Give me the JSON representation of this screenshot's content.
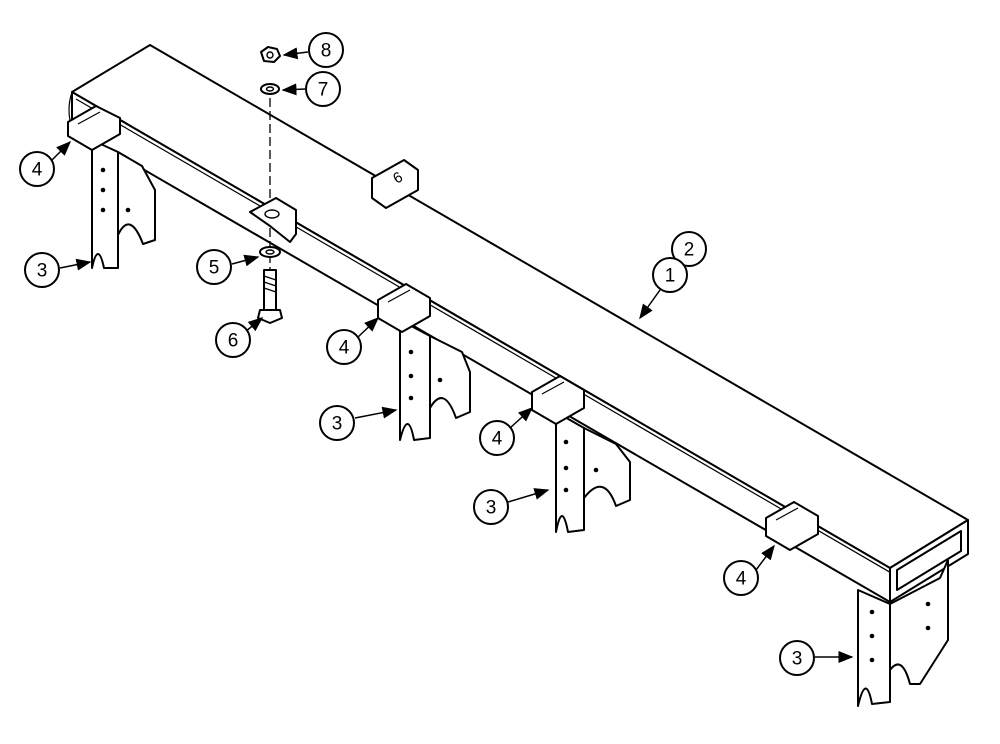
{
  "diagram": {
    "callouts": [
      {
        "id": "c8",
        "label": "8"
      },
      {
        "id": "c7",
        "label": "7"
      },
      {
        "id": "c2",
        "label": "2"
      },
      {
        "id": "c1",
        "label": "1"
      },
      {
        "id": "c4a",
        "label": "4"
      },
      {
        "id": "c3a",
        "label": "3"
      },
      {
        "id": "c5",
        "label": "5"
      },
      {
        "id": "c6",
        "label": "6"
      },
      {
        "id": "c4b",
        "label": "4"
      },
      {
        "id": "c3b",
        "label": "3"
      },
      {
        "id": "c4c",
        "label": "4"
      },
      {
        "id": "c3c",
        "label": "3"
      },
      {
        "id": "c4d",
        "label": "4"
      },
      {
        "id": "c3d",
        "label": "3"
      }
    ],
    "bracket_marking": "6"
  }
}
